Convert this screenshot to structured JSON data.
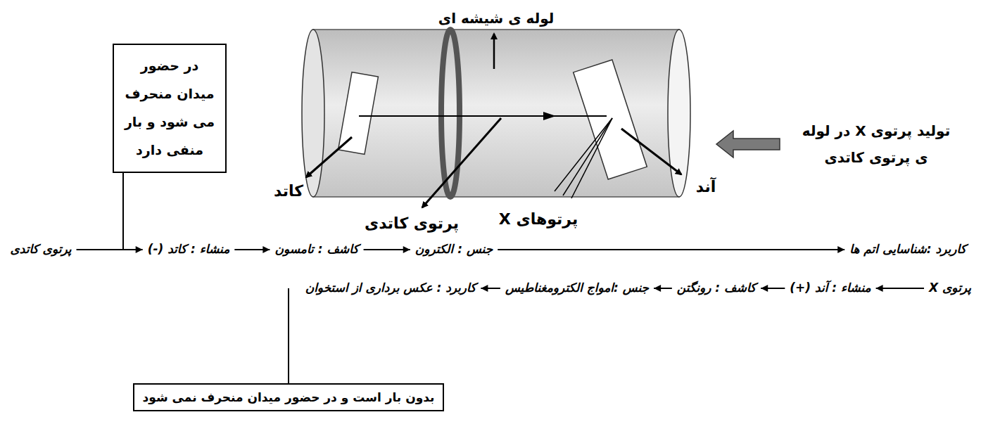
{
  "diagram": {
    "nodes": [
      {
        "text": [
          "در حضور میدان منحرف می شود و بار منفی دارد"
        ]
      },
      {
        "text": [
          "بدون بار است و در حضور میدان منحرف نمی شود"
        ]
      }
    ],
    "labels": [
      "لوله ی شیشه ای",
      "کاتد",
      "پرتوی کاتدی",
      "پرتوهای X",
      "آند",
      "تولید پرتوی X در لوله ی پرتوی کاتدی",
      "پرتوی کاتدی",
      "منشاء : کاتد (-)",
      "کاشف : تامسون",
      "جنس : الکترون",
      "کاربرد :شناسایی اتم ها",
      "پرتوی X",
      "منشاء : آند (+)",
      "کاشف : رونگتن",
      "جنس :امواج الکترومغناطیس",
      "کاربرد : عکس برداری از استخوان"
    ]
  }
}
